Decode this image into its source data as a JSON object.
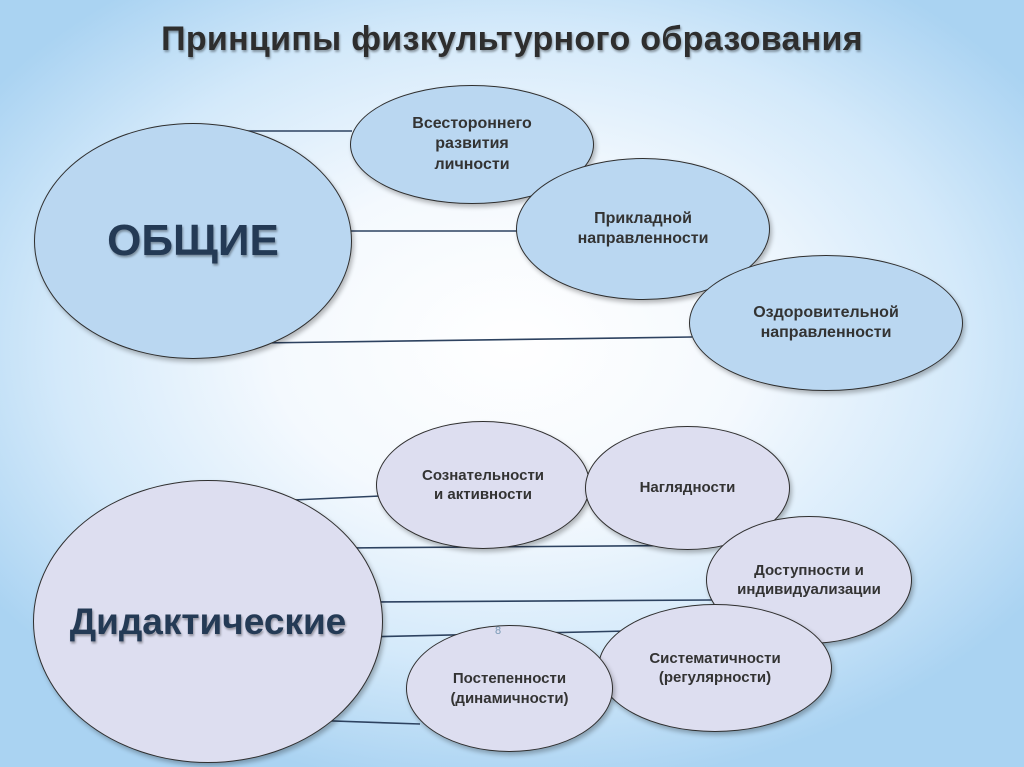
{
  "slide": {
    "title": "Принципы физкультурного образования",
    "page_number": "8"
  },
  "groups": {
    "general": {
      "label": "ОБЩИЕ",
      "principles": [
        {
          "label": "Всестороннего\nразвития\nличности"
        },
        {
          "label": "Прикладной\nнаправленности"
        },
        {
          "label": "Оздоровительной\nнаправленности"
        }
      ]
    },
    "didactic": {
      "label": "Дидактические",
      "principles": [
        {
          "label": "Сознательности\nи активности"
        },
        {
          "label": "Наглядности"
        },
        {
          "label": "Доступности и\nиндивидуализации"
        },
        {
          "label": "Систематичности\n(регулярности)"
        },
        {
          "label": "Постепенности\n(динамичности)"
        }
      ]
    }
  },
  "colors": {
    "general_fill": "#bad7f1",
    "didactic_fill": "#dddef0",
    "outline": "#2f2f2f",
    "connector": "#2d4260",
    "big_label_text": "#243a55"
  }
}
